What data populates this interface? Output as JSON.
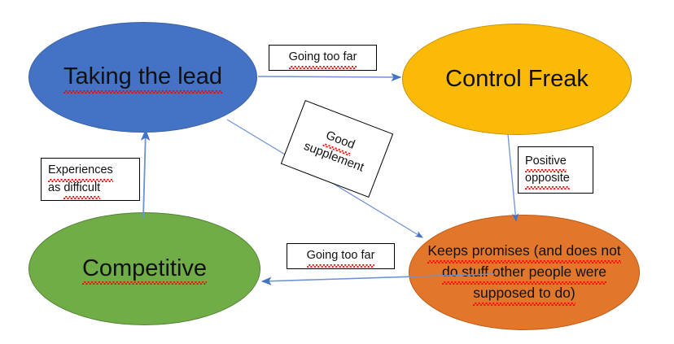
{
  "diagram": {
    "type": "concept-map",
    "background": "#ffffff",
    "arrow_color": "#4472C4",
    "nodes": [
      {
        "id": "taking-the-lead",
        "label": "Taking the lead",
        "shape": "ellipse",
        "fill": "#4472C4",
        "stroke": "#3A62AA",
        "text_color": "#111111",
        "spellcheck_underline": true
      },
      {
        "id": "control-freak",
        "label": "Control Freak",
        "shape": "ellipse",
        "fill": "#FBBA07",
        "stroke": "#C99005",
        "text_color": "#111111",
        "spellcheck_underline": false
      },
      {
        "id": "competitive",
        "label": "Competitive",
        "shape": "ellipse",
        "fill": "#70AD47",
        "stroke": "#548235",
        "text_color": "#111111",
        "spellcheck_underline": true
      },
      {
        "id": "keeps-promises",
        "label": "Keeps promises (and does not do stuff other people were supposed to do)",
        "line1": "Keeps promises (and does not",
        "line2": "do stuff other people were",
        "line3": "supposed to do)",
        "shape": "ellipse",
        "fill": "#E2772B",
        "stroke": "#C05A14",
        "text_color": "#111111",
        "spellcheck_underline": true
      }
    ],
    "edge_labels": [
      {
        "id": "going-too-far-top",
        "text": "Going too far",
        "rotation": 0,
        "from": "taking-the-lead",
        "to": "control-freak"
      },
      {
        "id": "good-supplement",
        "text": "Good supplement",
        "line1": "Good",
        "line2": "supplement",
        "rotation": 21,
        "from": "taking-the-lead",
        "to": "keeps-promises"
      },
      {
        "id": "positive-opposite",
        "text": "Positive opposite",
        "line1": "Positive",
        "line2": "opposite",
        "rotation": 0,
        "from": "control-freak",
        "to": "keeps-promises"
      },
      {
        "id": "going-too-far-bottom",
        "text": "Going too far",
        "rotation": 0,
        "from": "keeps-promises",
        "to": "competitive"
      },
      {
        "id": "experiences-as-difficult",
        "text": "Experiences as difficult",
        "line1": "Experiences",
        "line2": "as difficult",
        "rotation": 0,
        "from": "competitive",
        "to": "taking-the-lead"
      }
    ],
    "edges": [
      {
        "id": "edge-lead-to-freak",
        "from": "taking-the-lead",
        "to": "control-freak",
        "direction": "right"
      },
      {
        "id": "edge-lead-to-promises",
        "from": "taking-the-lead",
        "to": "keeps-promises",
        "direction": "down-right"
      },
      {
        "id": "edge-freak-to-promises",
        "from": "control-freak",
        "to": "keeps-promises",
        "direction": "down"
      },
      {
        "id": "edge-promises-to-competitive",
        "from": "keeps-promises",
        "to": "competitive",
        "direction": "left"
      },
      {
        "id": "edge-competitive-to-lead",
        "from": "competitive",
        "to": "taking-the-lead",
        "direction": "up"
      }
    ]
  }
}
